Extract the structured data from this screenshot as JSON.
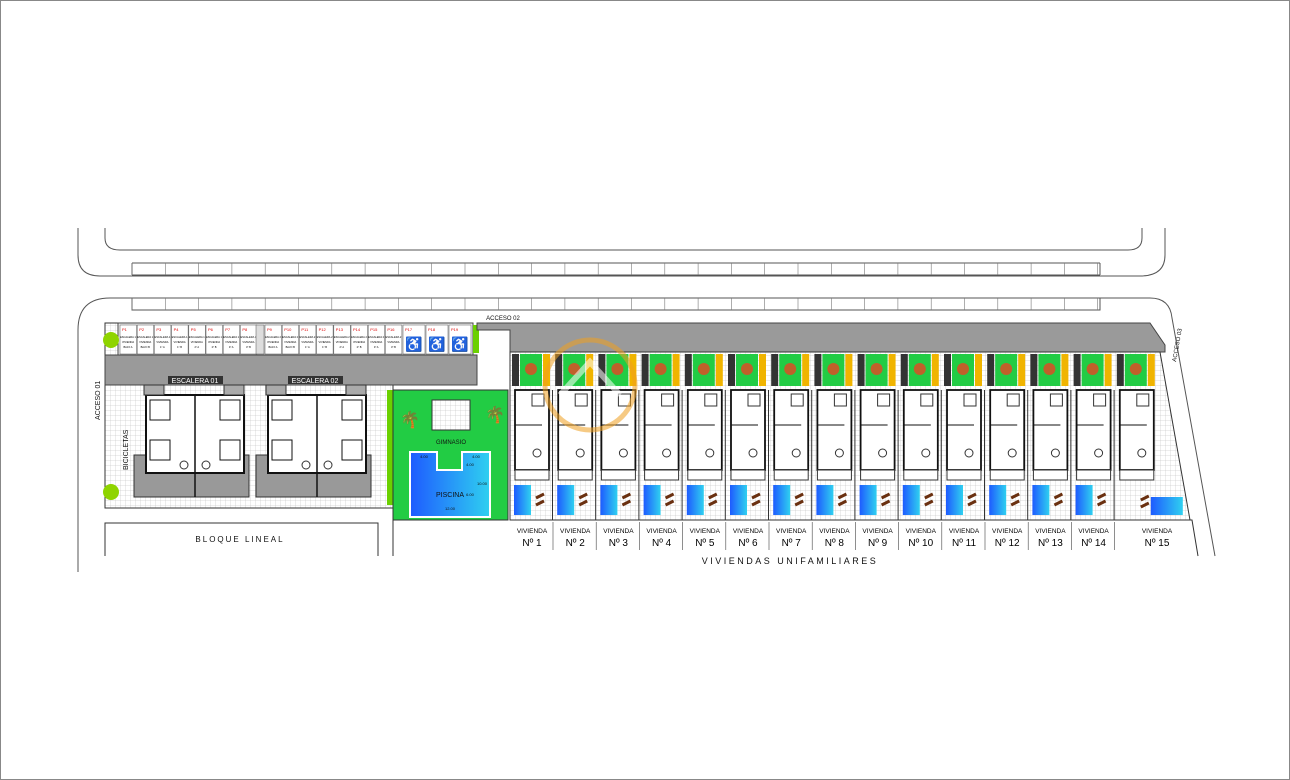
{
  "plan": {
    "access_labels": [
      "ACCESO 01",
      "ACCESO 02",
      "ACCESO 03"
    ],
    "stairs": [
      "ESCALERA 01",
      "ESCALERA 02"
    ],
    "bicycles_label": "BICICLETAS",
    "gym_label": "GIMNASIO",
    "pool_label": "PISCINA",
    "pool_dimensions": [
      "4.00",
      "4.00",
      "4.00",
      "10.00",
      "6.00",
      "12.00"
    ],
    "block_label": "BLOQUE LINEAL",
    "houses_group_label": "VIVIENDAS UNIFAMILIARES",
    "house_word": "VIVIENDA",
    "houses": [
      "Nº 1",
      "Nº 2",
      "Nº 3",
      "Nº 4",
      "Nº 5",
      "Nº 6",
      "Nº 7",
      "Nº 8",
      "Nº 9",
      "Nº 10",
      "Nº 11",
      "Nº 12",
      "Nº 13",
      "Nº 14",
      "Nº 15"
    ],
    "parking": [
      {
        "id": "P1",
        "stair": "ESCALERA 1",
        "unit": "VIVIENDA BAJO A"
      },
      {
        "id": "P2",
        "stair": "ESCALERA 1",
        "unit": "VIVIENDA BAJO B"
      },
      {
        "id": "P3",
        "stair": "ESCALERA 1",
        "unit": "VIVIENDA 1º A"
      },
      {
        "id": "P4",
        "stair": "ESCALERA 1",
        "unit": "VIVIENDA 1º B"
      },
      {
        "id": "P5",
        "stair": "ESCALERA 1",
        "unit": "VIVIENDA 2º A"
      },
      {
        "id": "P6",
        "stair": "ESCALERA 1",
        "unit": "VIVIENDA 2º B"
      },
      {
        "id": "P7",
        "stair": "ESCALERA 1",
        "unit": "VIVIENDA 3º A"
      },
      {
        "id": "P8",
        "stair": "ESCALERA 1",
        "unit": "VIVIENDA 3º B"
      },
      {
        "id": "P9",
        "stair": "ESCALERA 2",
        "unit": "VIVIENDA BAJO A"
      },
      {
        "id": "P10",
        "stair": "ESCALERA 2",
        "unit": "VIVIENDA BAJO B"
      },
      {
        "id": "P11",
        "stair": "ESCALERA 2",
        "unit": "VIVIENDA 1º A"
      },
      {
        "id": "P12",
        "stair": "ESCALERA 2",
        "unit": "VIVIENDA 1º B"
      },
      {
        "id": "P13",
        "stair": "ESCALERA 2",
        "unit": "VIVIENDA 2º A"
      },
      {
        "id": "P14",
        "stair": "ESCALERA 2",
        "unit": "VIVIENDA 2º B"
      },
      {
        "id": "P15",
        "stair": "ESCALERA 2",
        "unit": "VIVIENDA 3º A"
      },
      {
        "id": "P16",
        "stair": "ESCALERA 2",
        "unit": "VIVIENDA 3º B"
      }
    ],
    "accessible_parking": [
      "P17",
      "P18",
      "P19"
    ],
    "colors": {
      "garden": "#22cc44",
      "pool": "#1e7bff",
      "pool_light": "#2fd0f0",
      "road": "#9a9a9a",
      "deck": "#f0b400",
      "tree": "#c0602a",
      "watermark": "#f0a020",
      "parking_id": "#dd0000"
    }
  }
}
